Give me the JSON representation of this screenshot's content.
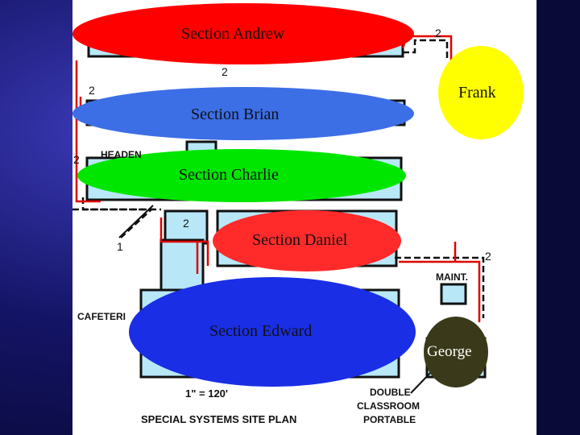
{
  "sections": {
    "andrew": "Section Andrew",
    "brian": "Section Brian",
    "charlie": "Section Charlie",
    "daniel": "Section Daniel",
    "edward": "Section Edward",
    "frank": "Frank",
    "george": "George"
  },
  "plan": {
    "title": "SPECIAL SYSTEMS SITE PLAN",
    "scale": "1\" = 120'",
    "cafeteria": "CAFETERI",
    "headend": "HEADEN",
    "maint": "MAINT.",
    "portable_line1": "DOUBLE",
    "portable_line2": "CLASSROOM",
    "portable_line3": "PORTABLE",
    "numbers": [
      "2",
      "2",
      "2",
      "2",
      "2",
      "2",
      "1"
    ]
  },
  "colors": {
    "andrew": "#ff0000",
    "brian": "#3c6ee6",
    "charlie": "#00e600",
    "daniel": "#ff2a2a",
    "edward": "#1a2ee6",
    "frank": "#ffff00",
    "george": "#3a3a1a",
    "run": "#e00000",
    "building": "#b8e8f8"
  }
}
